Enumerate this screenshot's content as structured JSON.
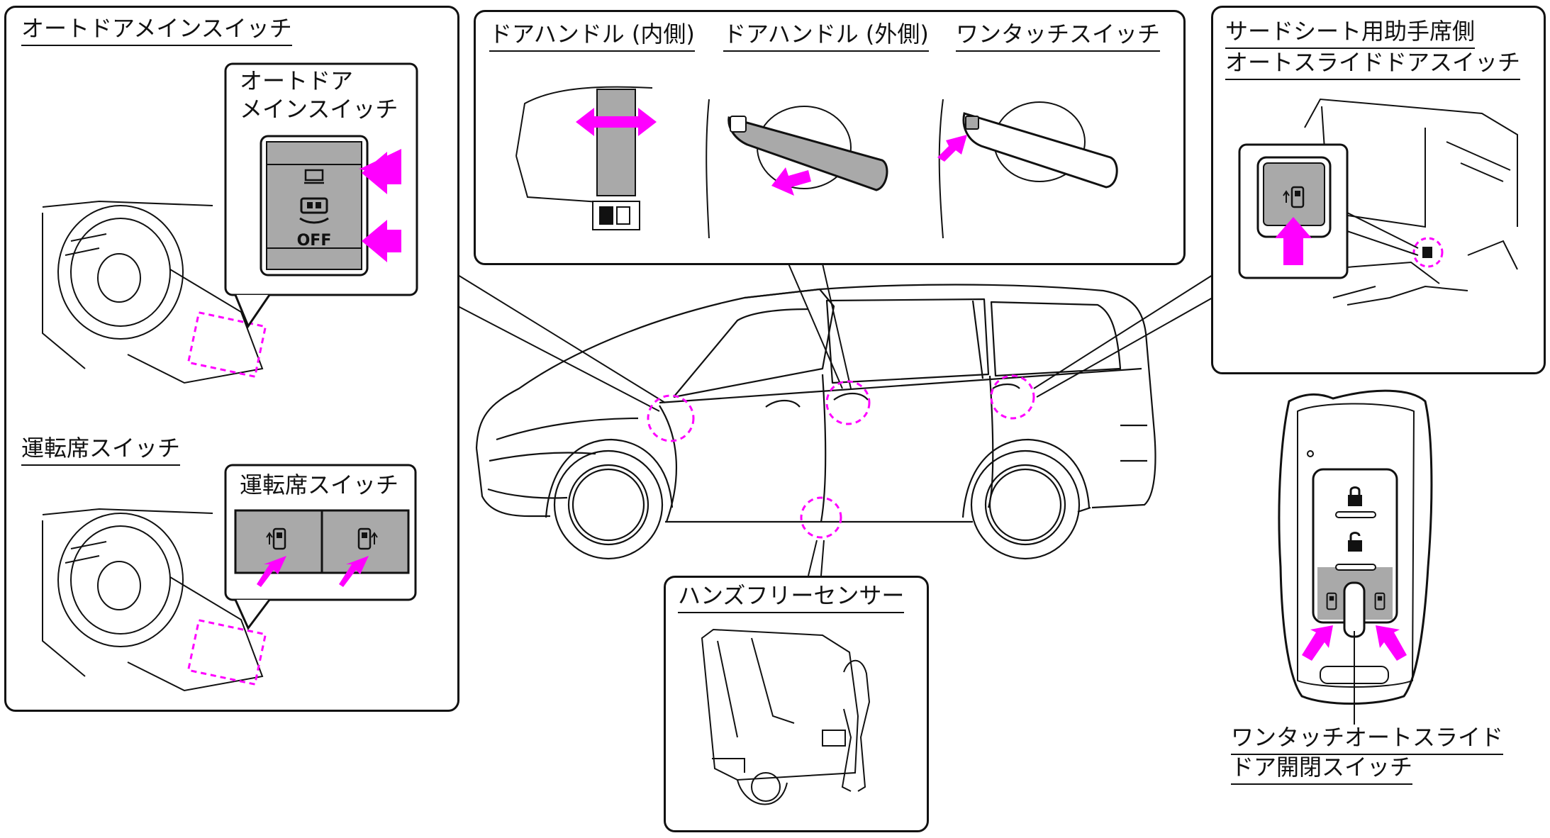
{
  "colors": {
    "accent": "#ff00ff",
    "stroke": "#111111",
    "switch_gray": "#a9a9a9"
  },
  "left_panel": {
    "main_switch_title": "オートドアメインスイッチ",
    "main_switch_callout_line1": "オートドア",
    "main_switch_callout_line2": "メインスイッチ",
    "off_label": "OFF",
    "driver_switch_title": "運転席スイッチ",
    "driver_switch_callout": "運転席スイッチ"
  },
  "top_panel": {
    "inner_handle": "ドアハンドル (内側)",
    "outer_handle": "ドアハンドル (外側)",
    "one_touch": "ワンタッチスイッチ"
  },
  "right_panel": {
    "title_line1": "サードシート用助手席側",
    "title_line2": "オートスライドドアスイッチ"
  },
  "sensor_panel": {
    "title": "ハンズフリーセンサー"
  },
  "key_fob": {
    "caption_line1": "ワンタッチオートスライド",
    "caption_line2": "ドア開閉スイッチ",
    "buttons": [
      "lock-icon",
      "unlock-icon",
      "left-slide-door-icon",
      "right-slide-door-icon"
    ]
  }
}
